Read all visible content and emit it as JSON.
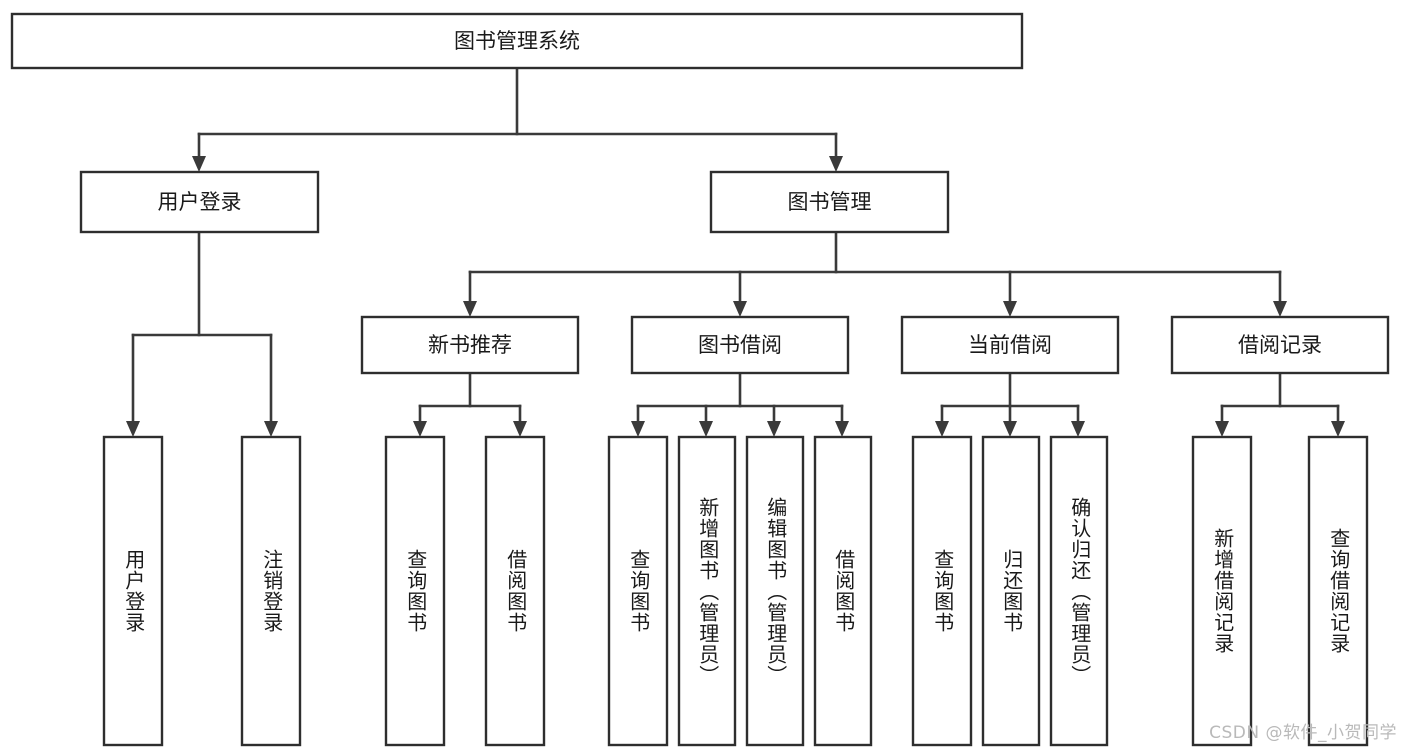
{
  "diagram": {
    "title": "图书管理系统",
    "type": "tree-hierarchy-diagram",
    "colors": {
      "background": "#ffffff",
      "node_fill": "#ffffff",
      "node_stroke": "#2e2e2e",
      "edge": "#3a3a3a",
      "text": "#1a1a1a",
      "watermark": "#b9b9b9"
    },
    "root": {
      "label": "图书管理系统",
      "orientation": "horizontal"
    },
    "level2": [
      {
        "label": "用户登录",
        "orientation": "horizontal"
      },
      {
        "label": "图书管理",
        "orientation": "horizontal"
      }
    ],
    "level3": [
      {
        "label": "新书推荐",
        "orientation": "horizontal"
      },
      {
        "label": "图书借阅",
        "orientation": "horizontal"
      },
      {
        "label": "当前借阅",
        "orientation": "horizontal"
      },
      {
        "label": "借阅记录",
        "orientation": "horizontal"
      }
    ],
    "leaves": {
      "user_login": [
        {
          "label": "用户登录",
          "orientation": "vertical"
        },
        {
          "label": "注销登录",
          "orientation": "vertical"
        }
      ],
      "new_book_recommend": [
        {
          "label": "查询图书",
          "orientation": "vertical"
        },
        {
          "label": "借阅图书",
          "orientation": "vertical"
        }
      ],
      "book_borrow": [
        {
          "label": "查询图书",
          "orientation": "vertical"
        },
        {
          "label": "新增图书（管理员）",
          "orientation": "vertical"
        },
        {
          "label": "编辑图书（管理员）",
          "orientation": "vertical"
        },
        {
          "label": "借阅图书",
          "orientation": "vertical"
        }
      ],
      "current_borrow": [
        {
          "label": "查询图书",
          "orientation": "vertical"
        },
        {
          "label": "归还图书",
          "orientation": "vertical"
        },
        {
          "label": "确认归还（管理员）",
          "orientation": "vertical"
        }
      ],
      "borrow_record": [
        {
          "label": "新增借阅记录",
          "orientation": "vertical"
        },
        {
          "label": "查询借阅记录",
          "orientation": "vertical"
        }
      ]
    }
  },
  "watermark": {
    "text": "CSDN @软件_小贺同学"
  }
}
